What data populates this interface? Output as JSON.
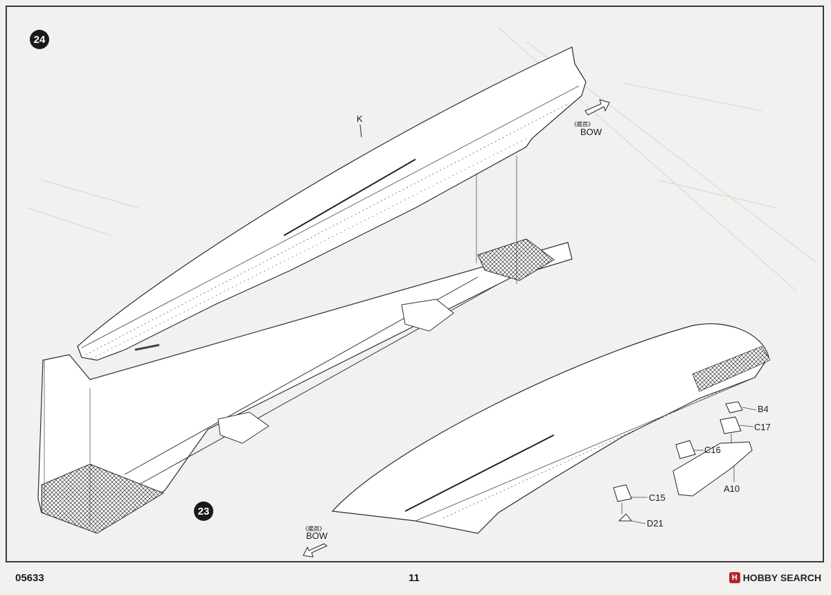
{
  "steps": {
    "step_a": "24",
    "step_b": "23"
  },
  "labels": {
    "part_k": "K",
    "bow_cn": "《艦首》",
    "bow_en": "BOW",
    "b4": "B4",
    "c17": "C17",
    "c16": "C16",
    "a10": "A10",
    "c15": "C15",
    "d21": "D21"
  },
  "footer": {
    "product_code": "05633",
    "page_number": "11",
    "watermark": "HOBBY SEARCH"
  }
}
